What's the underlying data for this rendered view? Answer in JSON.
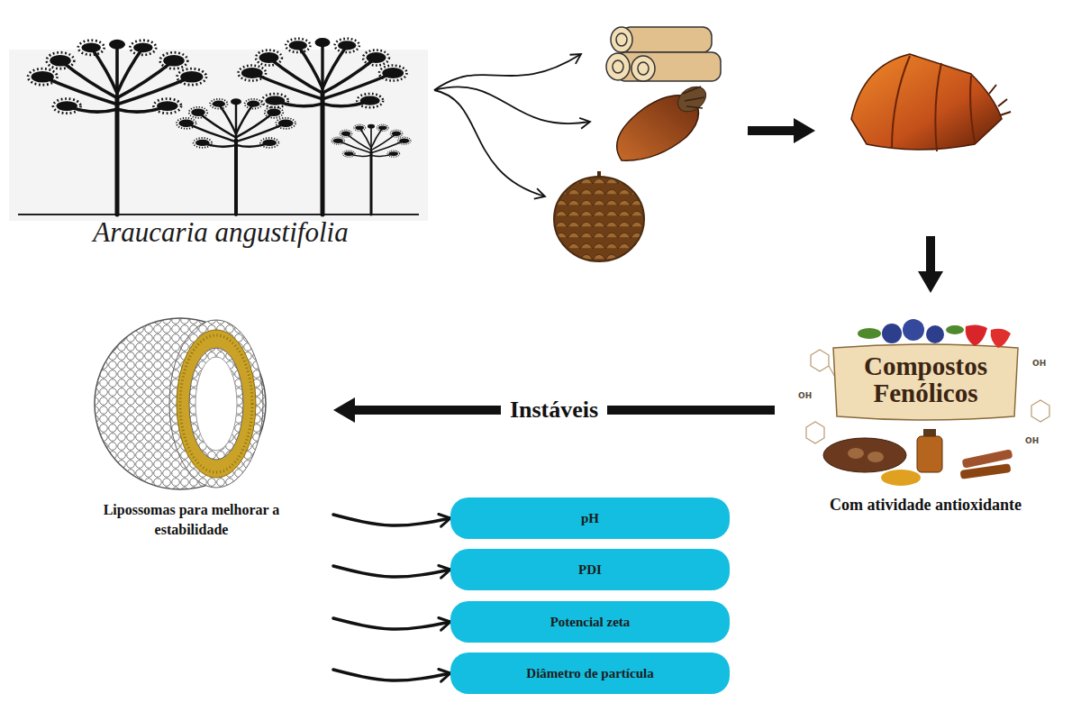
{
  "diagram": {
    "nodes": [
      {
        "text": [
          "Araucaria angustifolia"
        ]
      },
      {
        "text": [
          "Compostos Fenólicos",
          "Com atividade antioxidante"
        ]
      },
      {
        "text": [
          "Lipossomas para melhorar a estabilidade"
        ]
      },
      {
        "text": [
          "pH"
        ]
      },
      {
        "text": [
          "PDI"
        ]
      },
      {
        "text": [
          "Potencial zeta"
        ]
      },
      {
        "text": [
          "Diâmetro de partícula"
        ]
      }
    ],
    "edges": [
      {
        "from": 1,
        "to": 2,
        "arrow": "to",
        "label": "Instáveis"
      },
      {
        "from": 2,
        "to": 3,
        "arrow": "to"
      },
      {
        "from": 2,
        "to": 4,
        "arrow": "to"
      },
      {
        "from": 2,
        "to": 5,
        "arrow": "to"
      },
      {
        "from": 2,
        "to": 6,
        "arrow": "to"
      }
    ],
    "labels": [
      "OH",
      "OH",
      "OH"
    ]
  }
}
